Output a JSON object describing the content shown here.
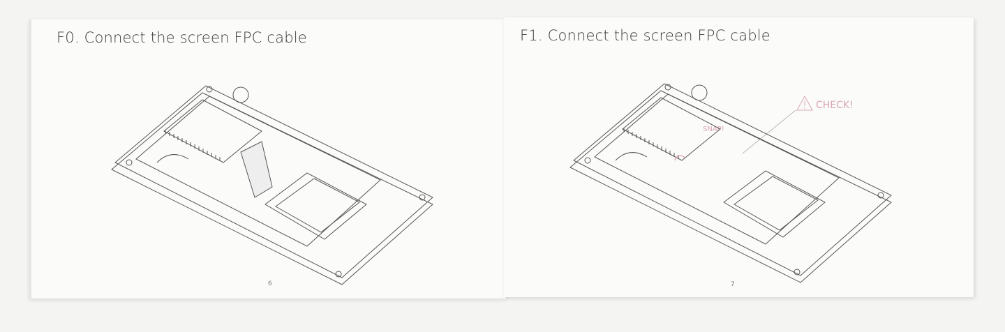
{
  "pages": [
    {
      "title": "F0. Connect the screen FPC cable",
      "page_number": "6"
    },
    {
      "title": "F1. Connect the screen FPC cable",
      "page_number": "7",
      "callouts": {
        "check": "CHECK!",
        "snap": "SNAP!"
      }
    }
  ],
  "colors": {
    "line": "#555555",
    "accent": "#e2a3b3",
    "paper": "#fbfbfa"
  },
  "icons": {
    "warning": "warning-triangle-icon"
  }
}
